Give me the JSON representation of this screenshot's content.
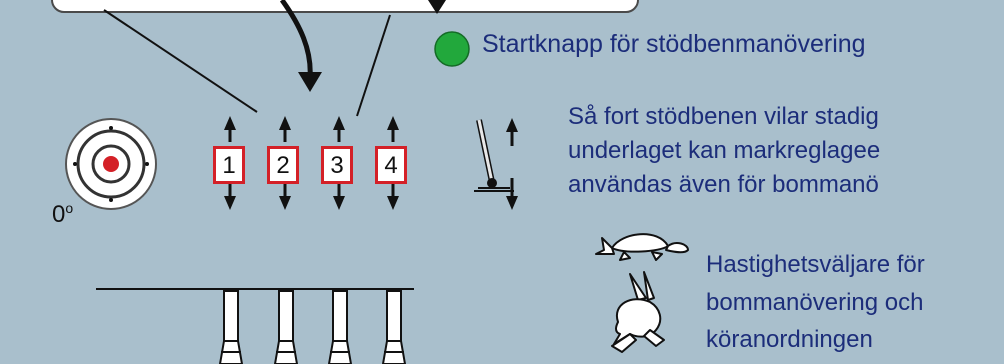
{
  "start_button": {
    "label": "Startknapp för stödbenmanövering",
    "color": "#22a83c"
  },
  "info_text": [
    "Så fort stödbenen vilar stadig",
    "underlaget kan markreglagee",
    "användas även för bommanö"
  ],
  "speed_selector_text": [
    "Hastighetsväljare för",
    "bommanövering och",
    "köranordningen"
  ],
  "levers": [
    {
      "number": "1"
    },
    {
      "number": "2"
    },
    {
      "number": "3"
    },
    {
      "number": "4"
    }
  ],
  "dial": {
    "angle_label": "0",
    "angle_unit": "o"
  },
  "colors": {
    "background": "#a9bfcc",
    "text": "#1c2d7a",
    "lever_box_border": "#d42027",
    "dial_center": "#d42027"
  },
  "icons": [
    "turtle-icon",
    "rabbit-icon",
    "joystick-icon",
    "dial-icon"
  ]
}
